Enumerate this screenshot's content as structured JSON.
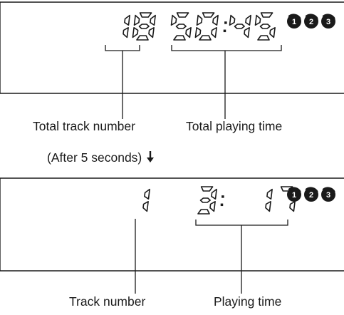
{
  "panel1": {
    "display": {
      "track_count": "18",
      "total_time": "50:45"
    },
    "indicator_labels": [
      "1",
      "2",
      "3"
    ],
    "callout_track": "Total track number",
    "callout_time": "Total playing time"
  },
  "transition": {
    "text": "(After 5 seconds)",
    "icon": "down-arrow-icon"
  },
  "panel2": {
    "display": {
      "track": "1",
      "time": "3: 17"
    },
    "indicator_labels": [
      "1",
      "2",
      "3"
    ],
    "callout_track": "Track number",
    "callout_time": "Playing time"
  },
  "colors": {
    "ink": "#1a1a1a",
    "background": "#ffffff"
  }
}
